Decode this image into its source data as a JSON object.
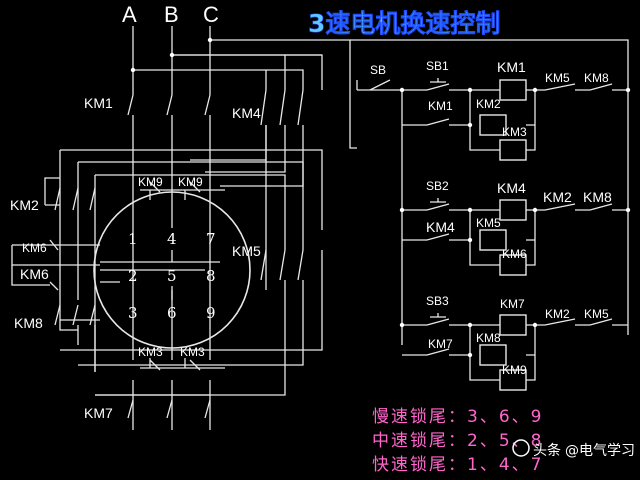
{
  "title": "3速电机换速控制",
  "phases": [
    "A",
    "B",
    "C"
  ],
  "power_contacts": {
    "km1": "KM1",
    "km4": "KM4",
    "km2": "KM2",
    "km5": "KM5",
    "km6a": "KM6",
    "km6b": "KM6",
    "km8": "KM8",
    "km7": "KM7",
    "km9a": "KM9",
    "km9b": "KM9",
    "km3a": "KM3",
    "km3b": "KM3"
  },
  "motor_terminals": [
    "1",
    "4",
    "7",
    "2",
    "5",
    "8",
    "3",
    "6",
    "9"
  ],
  "control": {
    "sb": "SB",
    "rung1": {
      "button": "SB1",
      "hold": "KM1",
      "coil_main": "KM1",
      "coil_a": "KM2",
      "coil_b": "KM3",
      "interlock_a": "KM5",
      "interlock_b": "KM8"
    },
    "rung2": {
      "button": "SB2",
      "hold": "KM4",
      "coil_main": "KM4",
      "coil_a": "KM5",
      "coil_b": "KM6",
      "interlock_a": "KM2",
      "interlock_b": "KM8"
    },
    "rung3": {
      "button": "SB3",
      "hold": "KM7",
      "coil_main": "KM7",
      "coil_a": "KM8",
      "coil_b": "KM9",
      "interlock_a": "KM2",
      "interlock_b": "KM5"
    }
  },
  "lock_notes": [
    "慢速锁尾：3、6、9",
    "中速锁尾：2、5、8",
    "快速锁尾：1、4、7"
  ],
  "watermark": {
    "left": "头条",
    "right": "@电气学习"
  },
  "colors": {
    "background": "#000000",
    "wire": "#e8e8e8",
    "title": "#5ec8ff",
    "lock_notes": "#ff66cc"
  }
}
